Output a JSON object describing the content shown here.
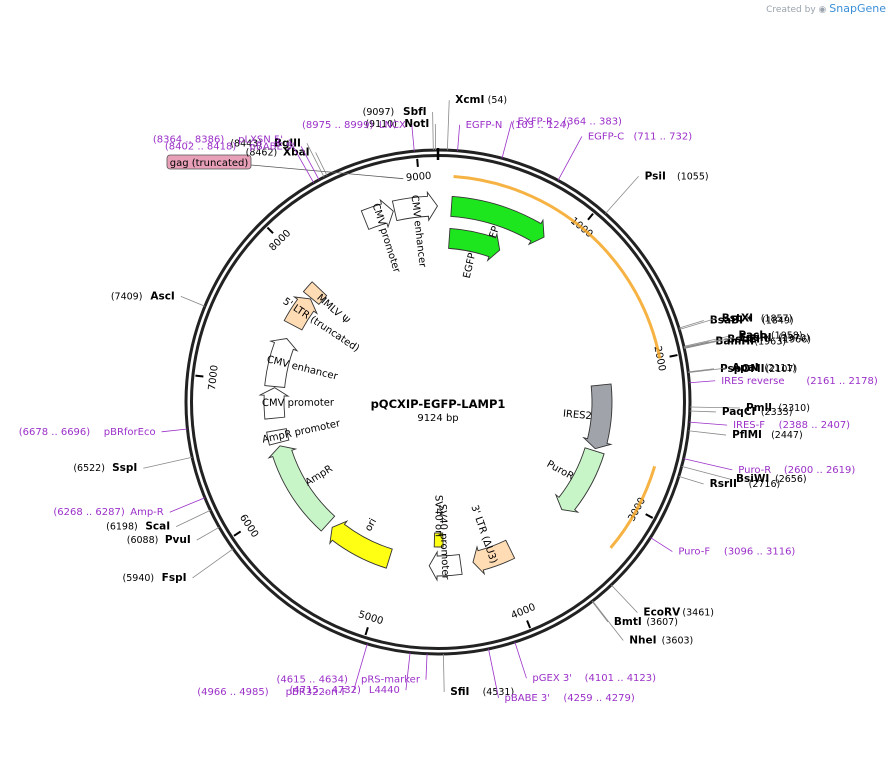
{
  "brand": {
    "created": "Created by",
    "name": "SnapGene"
  },
  "plasmid": {
    "name": "pQCXIP-EGFP-LAMP1",
    "size": "9124 bp",
    "length": 9124
  },
  "colors": {
    "primer": "#9b30c8",
    "backbone": "#222222",
    "egfp": "#1ee61e",
    "cmv_enh": "#ffffff",
    "cmv_prom": "#ffffff",
    "mmlv": "#ffdcb4",
    "ires": "#a0a4aa",
    "puro": "#c8f5c8",
    "ampr": "#c8f5c8",
    "ori": "#ffff14",
    "sv40": "#ffff14",
    "ltr": "#ffdcb4",
    "gag": "#e8a0b8",
    "orf": "#f5a623"
  },
  "ticks": [
    {
      "label": "1000",
      "bp": 1000
    },
    {
      "label": "2000",
      "bp": 2000
    },
    {
      "label": "3000",
      "bp": 3000
    },
    {
      "label": "4000",
      "bp": 4000
    },
    {
      "label": "5000",
      "bp": 5000
    },
    {
      "label": "6000",
      "bp": 6000
    },
    {
      "label": "7000",
      "bp": 7000
    },
    {
      "label": "8000",
      "bp": 8000
    },
    {
      "label": "9000",
      "bp": 9000
    }
  ],
  "sites": [
    {
      "name": "NotI",
      "pos": "(9110)",
      "bp": 9110
    },
    {
      "name": "SbfI",
      "pos": "(9097)",
      "bp": 9097
    },
    {
      "name": "XcmI",
      "pos": "(54)",
      "bp": 54
    },
    {
      "name": "XbaI",
      "pos": "(8462)",
      "bp": 8462
    },
    {
      "name": "BglII",
      "pos": "(8443)",
      "bp": 8443
    },
    {
      "name": "PsiI",
      "pos": "(1055)",
      "bp": 1055
    },
    {
      "name": "BsaBI *",
      "pos": "(1849)",
      "bp": 1849
    },
    {
      "name": "BstXI",
      "pos": "(1857)",
      "bp": 1857
    },
    {
      "name": "PacI",
      "pos": "(1958)",
      "bp": 1958
    },
    {
      "name": "BamHI",
      "pos": "(1963)",
      "bp": 1963
    },
    {
      "name": "BspEI *",
      "pos": "(1966)",
      "bp": 1966
    },
    {
      "name": "EcoRI",
      "pos": "(1970)",
      "bp": 1970
    },
    {
      "name": "PspOMI",
      "pos": "(2107)",
      "bp": 2107
    },
    {
      "name": "ApaI",
      "pos": "(2111)",
      "bp": 2111
    },
    {
      "name": "PmlI",
      "pos": "(2310)",
      "bp": 2310
    },
    {
      "name": "PaqCI",
      "pos": "(2333)",
      "bp": 2333
    },
    {
      "name": "PflMI",
      "pos": "(2447)",
      "bp": 2447
    },
    {
      "name": "BsiWI",
      "pos": "(2656)",
      "bp": 2656
    },
    {
      "name": "RsrII",
      "pos": "(2716)",
      "bp": 2716
    },
    {
      "name": "EcoRV",
      "pos": "(3461)",
      "bp": 3461
    },
    {
      "name": "NheI",
      "pos": "(3603)",
      "bp": 3603
    },
    {
      "name": "BmtI",
      "pos": "(3607)",
      "bp": 3607
    },
    {
      "name": "SfiI",
      "pos": "(4531)",
      "bp": 4531
    },
    {
      "name": "FspI",
      "pos": "(5940)",
      "bp": 5940
    },
    {
      "name": "PvuI",
      "pos": "(6088)",
      "bp": 6088
    },
    {
      "name": "ScaI",
      "pos": "(6198)",
      "bp": 6198
    },
    {
      "name": "SspI",
      "pos": "(6522)",
      "bp": 6522
    },
    {
      "name": "AscI",
      "pos": "(7409)",
      "bp": 7409
    }
  ],
  "primers": [
    {
      "name": "EGFP-N",
      "range": "(103 .. 124)",
      "bp": 113
    },
    {
      "name": "EXFP-R",
      "range": "(364 .. 383)",
      "bp": 373
    },
    {
      "name": "EGFP-C",
      "range": "(711 .. 732)",
      "bp": 721
    },
    {
      "name": "LNCX",
      "range": "(8975 .. 8999)",
      "bp": 8987
    },
    {
      "name": "pBABE 5'",
      "range": "(8402 .. 8418)",
      "bp": 8410
    },
    {
      "name": "pLXSN 5'",
      "range": "(8364 .. 8386)",
      "bp": 8375
    },
    {
      "name": "IRES reverse",
      "range": "(2161 .. 2178)",
      "bp": 2170
    },
    {
      "name": "IRES-F",
      "range": "(2388 .. 2407)",
      "bp": 2397
    },
    {
      "name": "Puro-R",
      "range": "(2600 .. 2619)",
      "bp": 2610
    },
    {
      "name": "Puro-F",
      "range": "(3096 .. 3116)",
      "bp": 3106
    },
    {
      "name": "pGEX 3'",
      "range": "(4101 .. 4123)",
      "bp": 4112
    },
    {
      "name": "pBABE 3'",
      "range": "(4259 .. 4279)",
      "bp": 4269
    },
    {
      "name": "pRS-marker",
      "range": "(4615 .. 4634)",
      "bp": 4625
    },
    {
      "name": "L4440",
      "range": "(4715 .. 4732)",
      "bp": 4723
    },
    {
      "name": "pBR322ori-F",
      "range": "(4966 .. 4985)",
      "bp": 4975
    },
    {
      "name": "pBRforEco",
      "range": "(6678 .. 6696)",
      "bp": 6687
    },
    {
      "name": "Amp-R",
      "range": "(6268 .. 6287)",
      "bp": 6277
    }
  ],
  "features": [
    {
      "name": "EGFP",
      "start": 100,
      "end": 830,
      "ring": 1
    },
    {
      "name": "EGFP",
      "start": 100,
      "end": 560,
      "ring": 2
    },
    {
      "name": "CMV enhancer",
      "start": 8800,
      "end": 9120,
      "ring": 1
    },
    {
      "name": "CMV promoter",
      "start": 8570,
      "end": 8790,
      "ring": 1
    },
    {
      "name": "gag (truncated)",
      "start": 8860,
      "end": 9100,
      "ring": 0
    },
    {
      "name": "MMLV Ψ",
      "start": 7840,
      "end": 7950,
      "ring": 2
    },
    {
      "name": "5' LTR (truncated)",
      "start": 7550,
      "end": 7830,
      "ring": 2
    },
    {
      "name": "CMV enhancer",
      "start": 6980,
      "end": 7420,
      "ring": 2
    },
    {
      "name": "CMV promoter",
      "start": 6700,
      "end": 6970,
      "ring": 2
    },
    {
      "name": "AmpR promoter",
      "start": 6480,
      "end": 6590,
      "ring": 2
    },
    {
      "name": "AmpR",
      "start": 5630,
      "end": 6450,
      "ring": 2
    },
    {
      "name": "ori",
      "start": 5000,
      "end": 5580,
      "ring": 2
    },
    {
      "name": "SV40 ori",
      "start": 4510,
      "end": 4600,
      "ring": 3
    },
    {
      "name": "SV40 promoter",
      "start": 4360,
      "end": 4640,
      "ring": 2
    },
    {
      "name": "3' LTR (ΔU3)",
      "start": 3900,
      "end": 4250,
      "ring": 2
    },
    {
      "name": "IRES2",
      "start": 2130,
      "end": 2700,
      "ring": 2
    },
    {
      "name": "PuroR",
      "start": 2720,
      "end": 3320,
      "ring": 2
    }
  ]
}
